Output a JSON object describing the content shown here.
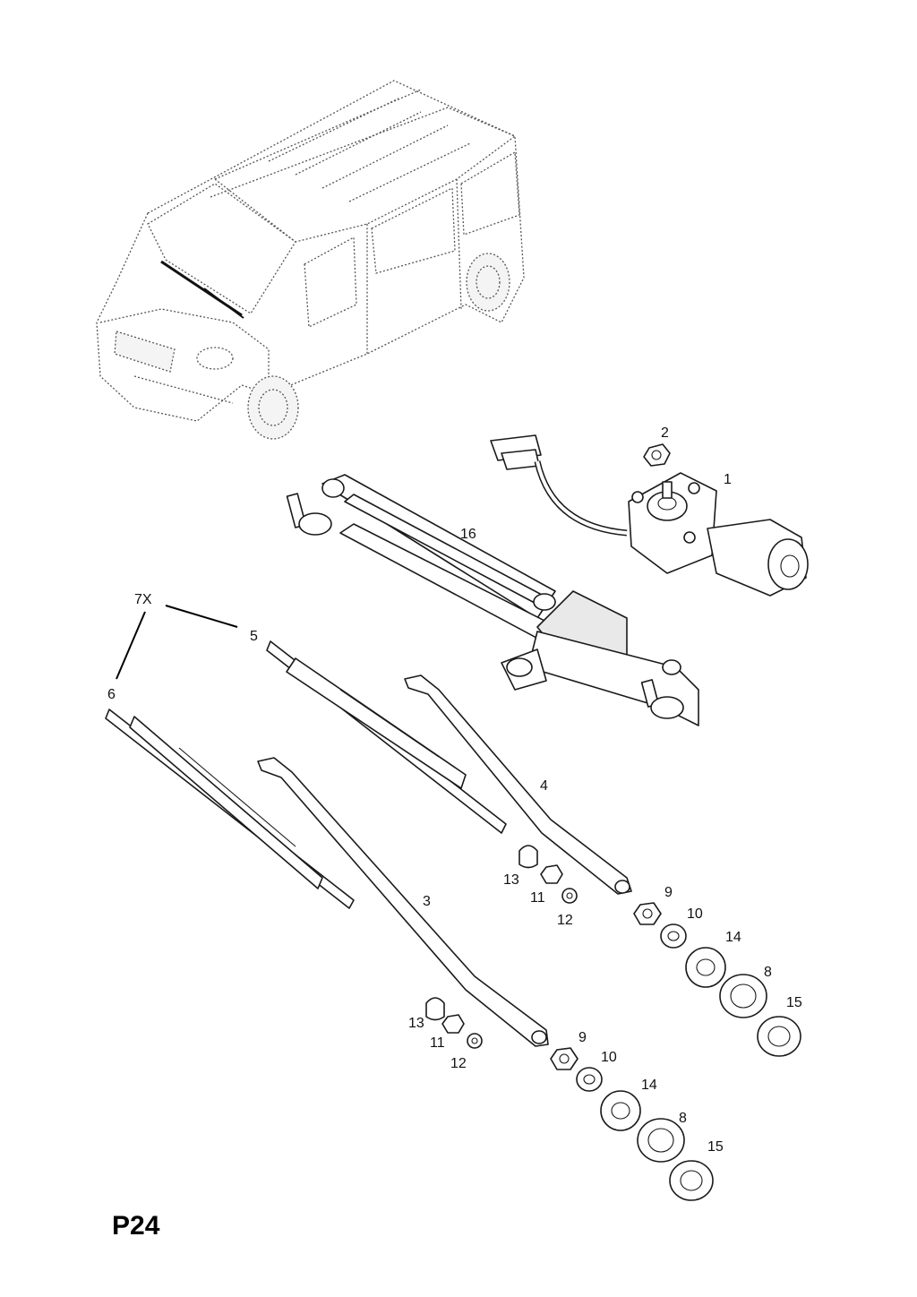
{
  "page_code": "P24",
  "callouts": {
    "c1": "1",
    "c2": "2",
    "c16": "16",
    "c7x": "7X",
    "c5": "5",
    "c6": "6",
    "c4": "4",
    "c3": "3",
    "c13a": "13",
    "c11a": "11",
    "c12a": "12",
    "c9a": "9",
    "c10a": "10",
    "c14a": "14",
    "c8a": "8",
    "c15a": "15",
    "c13b": "13",
    "c11b": "11",
    "c12b": "12",
    "c9b": "9",
    "c10b": "10",
    "c14b": "14",
    "c8b": "8",
    "c15b": "15"
  }
}
